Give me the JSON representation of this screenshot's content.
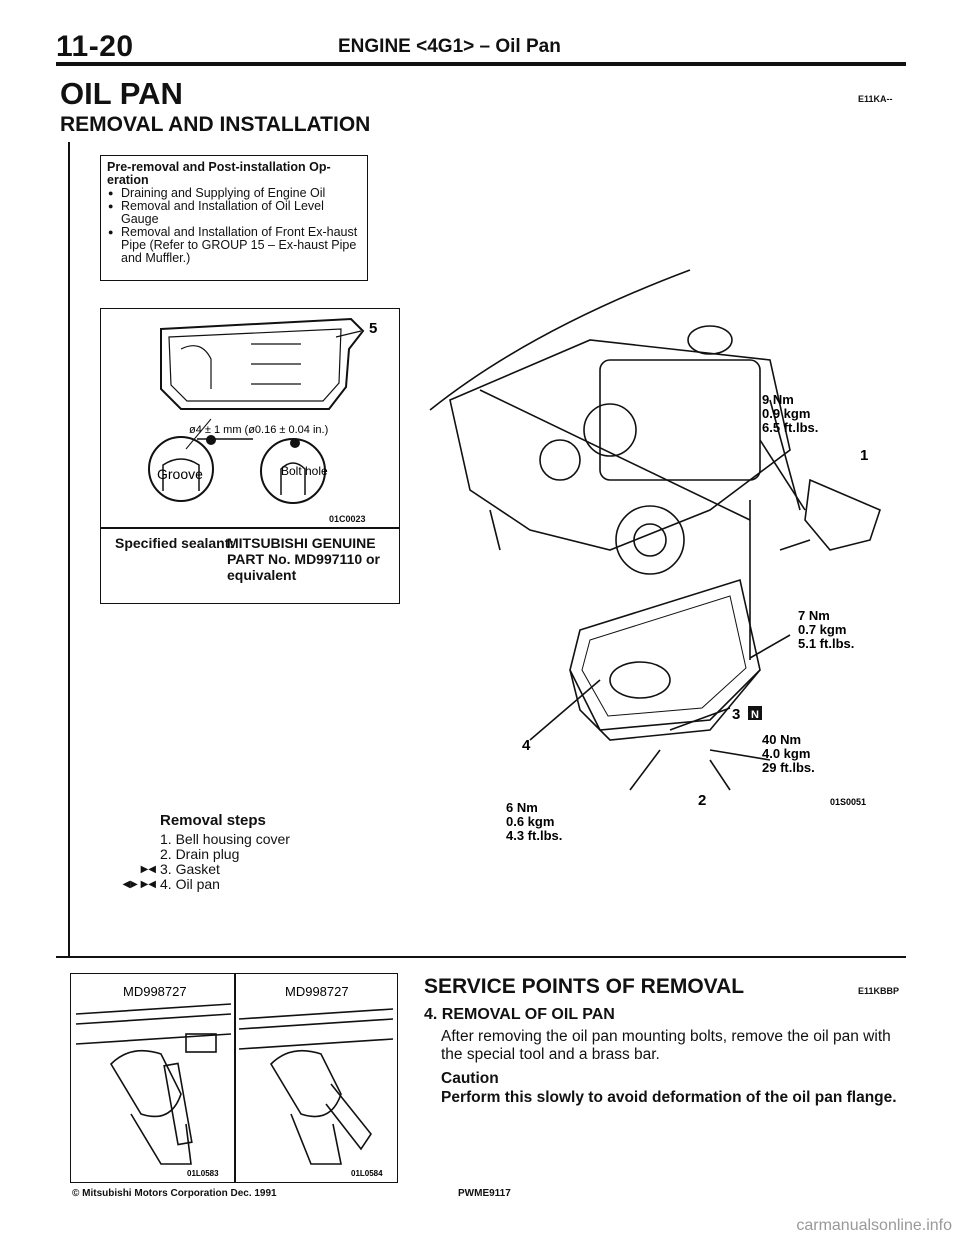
{
  "header": {
    "page_number": "11-20",
    "title": "ENGINE <4G1> – Oil Pan"
  },
  "section": {
    "title": "OIL PAN",
    "code": "E11KA--",
    "subtitle": "REMOVAL AND INSTALLATION"
  },
  "pre_removal": {
    "title": "Pre-removal and Post-installation Op-eration",
    "items": [
      "Draining and Supplying of Engine Oil",
      "Removal and Installation of Oil Level Gauge",
      "Removal and Installation of Front Ex-haust Pipe (Refer to GROUP 15 – Ex-haust Pipe and Muffler.)"
    ]
  },
  "sealant": {
    "callout_number": "5",
    "dimension": "ø4 ± 1 mm (ø0.16 ± 0.04 in.)",
    "groove_label": "Groove",
    "bolt_hole_label": "Bolt hole",
    "figure_code": "01C0023",
    "label": "Specified sealant:",
    "value": "MITSUBISHI GENUINE PART No. MD997110 or equivalent"
  },
  "main_figure": {
    "figure_code": "01S0051",
    "torque_1": {
      "nm": "9 Nm",
      "kgm": "0.9 kgm",
      "ftlbs": "6.5 ft.lbs."
    },
    "torque_2": {
      "nm": "7 Nm",
      "kgm": "0.7 kgm",
      "ftlbs": "5.1 ft.lbs."
    },
    "torque_3": {
      "nm": "40 Nm",
      "kgm": "4.0 kgm",
      "ftlbs": "29 ft.lbs."
    },
    "torque_4": {
      "nm": "6 Nm",
      "kgm": "0.6 kgm",
      "ftlbs": "4.3 ft.lbs."
    },
    "callouts": {
      "c1": "1",
      "c2": "2",
      "c3": "3",
      "c3_badge": "N",
      "c4": "4"
    }
  },
  "removal": {
    "title": "Removal steps",
    "steps": [
      {
        "marks": "",
        "text": "1. Bell housing cover"
      },
      {
        "marks": "",
        "text": "2. Drain plug"
      },
      {
        "marks": "▶◀",
        "text": "3. Gasket"
      },
      {
        "marks": "◀▶ ▶◀",
        "text": "4. Oil pan"
      }
    ]
  },
  "photos": {
    "left_tool": "MD998727",
    "right_tool": "MD998727",
    "left_code": "01L0583",
    "right_code": "01L0584"
  },
  "service": {
    "title": "SERVICE POINTS OF REMOVAL",
    "code": "E11KBBP",
    "step": "4. REMOVAL OF OIL PAN",
    "text": "After removing the oil pan mounting bolts, remove the oil pan with the special tool and a brass bar.",
    "caution_title": "Caution",
    "caution_text": "Perform this slowly to avoid deformation of the oil pan flange."
  },
  "footer": {
    "left": "© Mitsubishi Motors Corporation Dec. 1991",
    "middle": "PWME9117"
  },
  "watermark": "carmanualsonline.info"
}
